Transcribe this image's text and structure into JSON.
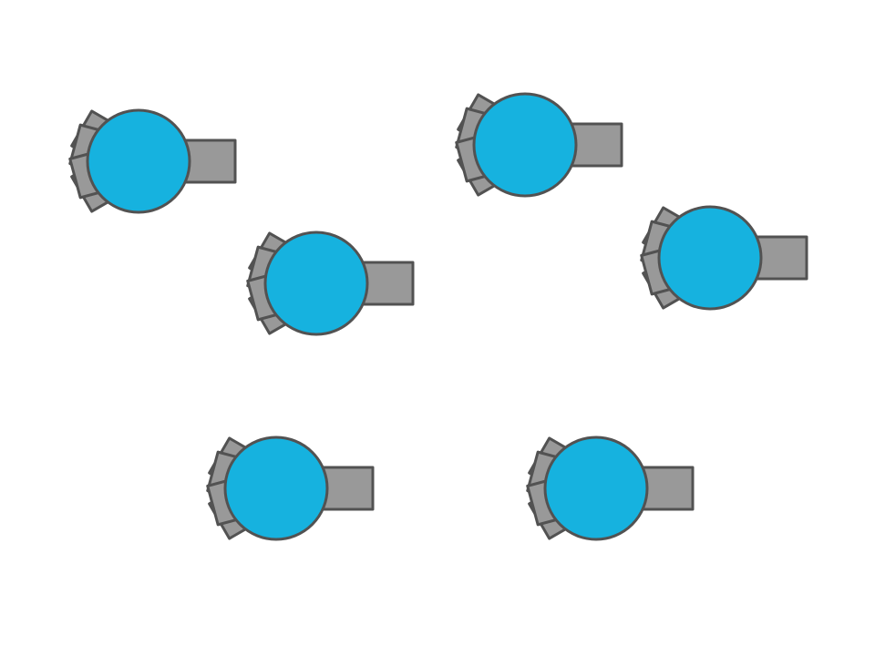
{
  "colors": {
    "background": "#ffffff",
    "tank_body": "#16b2df",
    "barrel": "#999999",
    "outline": "#525252"
  },
  "entities": [
    {
      "type": "tank",
      "icon": "tank-icon",
      "heading": "right"
    },
    {
      "type": "tank",
      "icon": "tank-icon",
      "heading": "right"
    },
    {
      "type": "tank",
      "icon": "tank-icon",
      "heading": "right"
    },
    {
      "type": "tank",
      "icon": "tank-icon",
      "heading": "right"
    },
    {
      "type": "tank",
      "icon": "tank-icon",
      "heading": "right"
    },
    {
      "type": "tank",
      "icon": "tank-icon",
      "heading": "right"
    }
  ]
}
